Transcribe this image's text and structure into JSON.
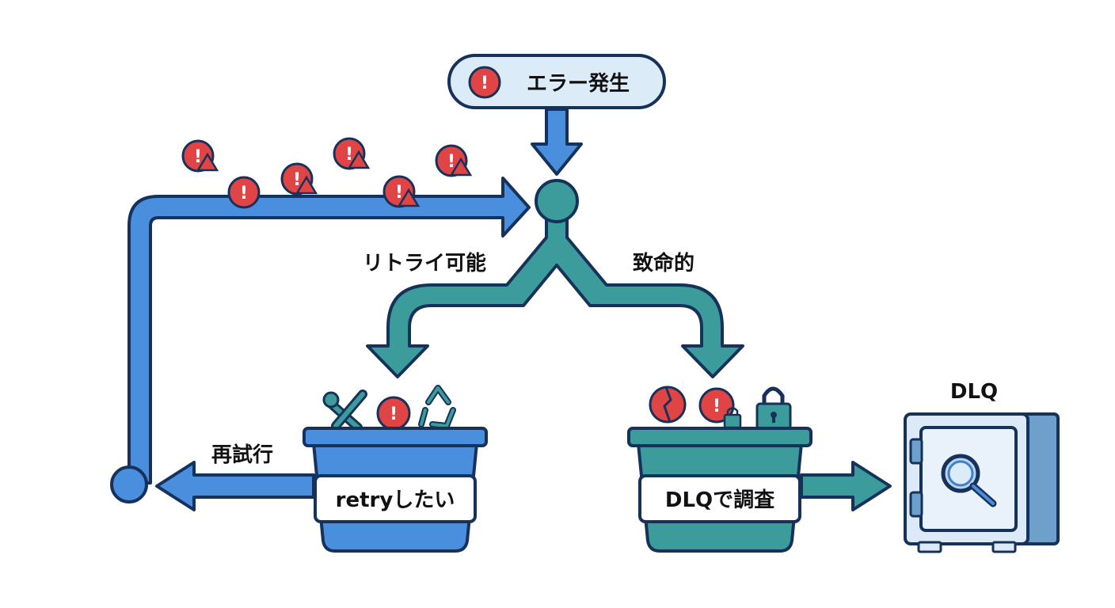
{
  "start_node": {
    "label": "エラー発生",
    "icon": "error-circle-icon"
  },
  "branches": {
    "retryable_label": "リトライ可能",
    "fatal_label": "致命的"
  },
  "retry_bin": {
    "label": "retryしたい",
    "loop_label": "再試行",
    "icons": [
      "wrench-screwdriver-icon",
      "error-circle-icon",
      "recycle-icon"
    ]
  },
  "dlq_bin": {
    "label": "DLQで調査",
    "icons": [
      "broken-error-icon",
      "error-lock-icon",
      "padlock-icon"
    ]
  },
  "dlq_store": {
    "label": "DLQ",
    "icon": "magnifier-icon"
  },
  "colors": {
    "blue": "#4a8ede",
    "teal": "#3c9c9c",
    "outline": "#17325a",
    "error_red": "#e04444",
    "pill_bg": "#dcebf8",
    "safe_bg": "#dce9f7"
  }
}
